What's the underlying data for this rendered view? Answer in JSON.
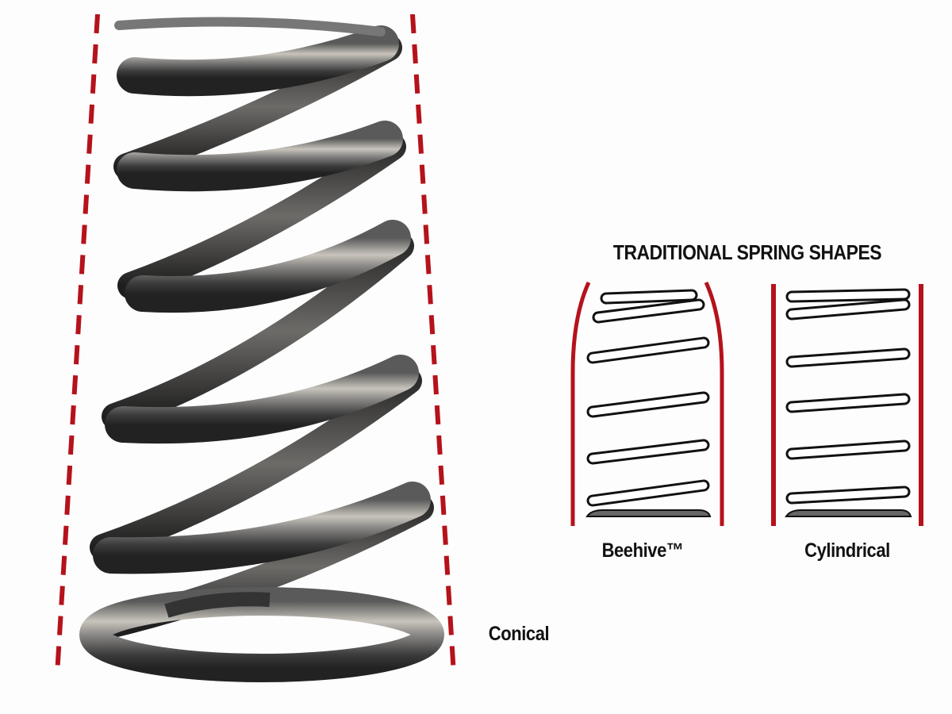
{
  "diagram": {
    "title": "TRADITIONAL SPRING SHAPES",
    "shapes": [
      {
        "name": "Beehive™"
      },
      {
        "name": "Cylindrical"
      },
      {
        "name": "Conical"
      }
    ]
  },
  "colors": {
    "outline_red": "#b5121b",
    "coil_black": "#111111",
    "steel": "#8a8a8a"
  }
}
